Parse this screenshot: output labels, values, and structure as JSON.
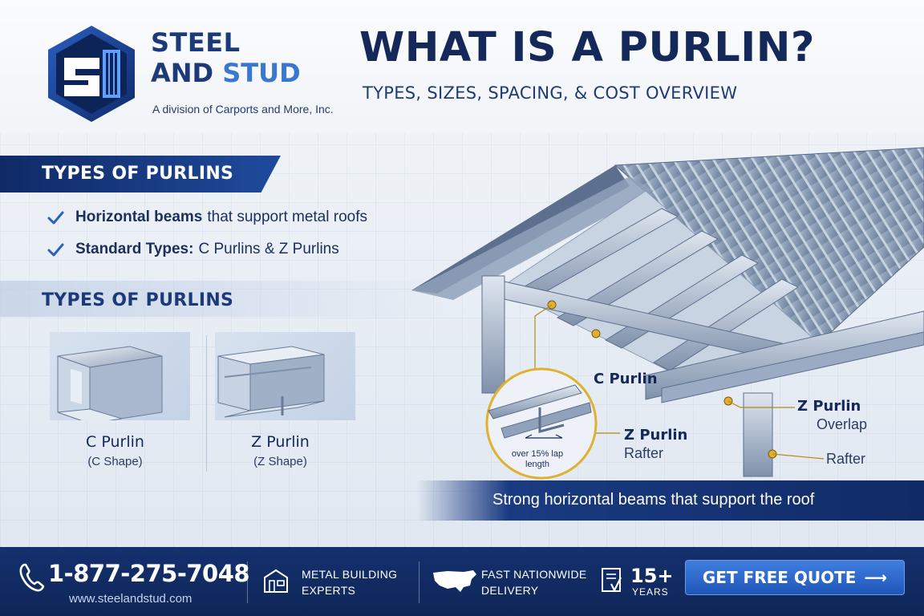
{
  "brand": {
    "line1": "STEEL",
    "line2_and": "AND",
    "line2_stud": "STUD",
    "division_prefix": "A division of ",
    "division_company": "Carports",
    "division_suffix": " and More, Inc.",
    "logo_icon": "steel-and-stud-logo"
  },
  "header": {
    "title": "WHAT IS A PURLIN?",
    "subtitle": "TYPES, SIZES, SPACING, & COST OVERVIEW"
  },
  "types_section": {
    "banner": "TYPES OF PURLINS",
    "bullets": [
      {
        "bold": "Horizontal beams",
        "rest": "that support metal roofs",
        "icon": "check-icon"
      },
      {
        "bold": "Standard Types:",
        "rest": "C Purlins & Z Purlins",
        "icon": "check-icon"
      }
    ]
  },
  "shapes_section": {
    "title": "TYPES OF PURLINS",
    "shapes": [
      {
        "name": "C Purlin",
        "shape": "(C Shape)"
      },
      {
        "name": "Z Purlin",
        "shape": "(Z Shape)"
      }
    ]
  },
  "illustration": {
    "labels": {
      "c_purlin": "C Purlin",
      "z_purlin_center": "Z Purlin",
      "rafter_center": "Rafter",
      "z_purlin_right": "Z Purlin",
      "overlap": "Overlap",
      "rafter_right": "Rafter"
    },
    "callout": "over 15% lap length",
    "strip": "Strong horizontal beams that support the roof"
  },
  "footer": {
    "phone": "1-877-275-7048",
    "website": "www.steelandstud.com",
    "expert_line1": "METAL BUILDING",
    "expert_line2": "EXPERTS",
    "delivery_line1": "FAST NATIONWIDE",
    "delivery_line2": "DELIVERY",
    "years_num": "15+",
    "years_label": "YEARS",
    "cta": "GET FREE QUOTE",
    "cta_arrow": "⟶",
    "icons": [
      "phone-icon",
      "building-icon",
      "usa-map-icon",
      "certificate-icon",
      "arrow-right-icon"
    ]
  },
  "colors": {
    "navy": "#14295a",
    "brand_blue": "#1c3a7a",
    "accent_blue": "#3a78d0",
    "cta_blue": "#2a66c8",
    "gold": "#e0b030",
    "footer": "#14306e"
  }
}
